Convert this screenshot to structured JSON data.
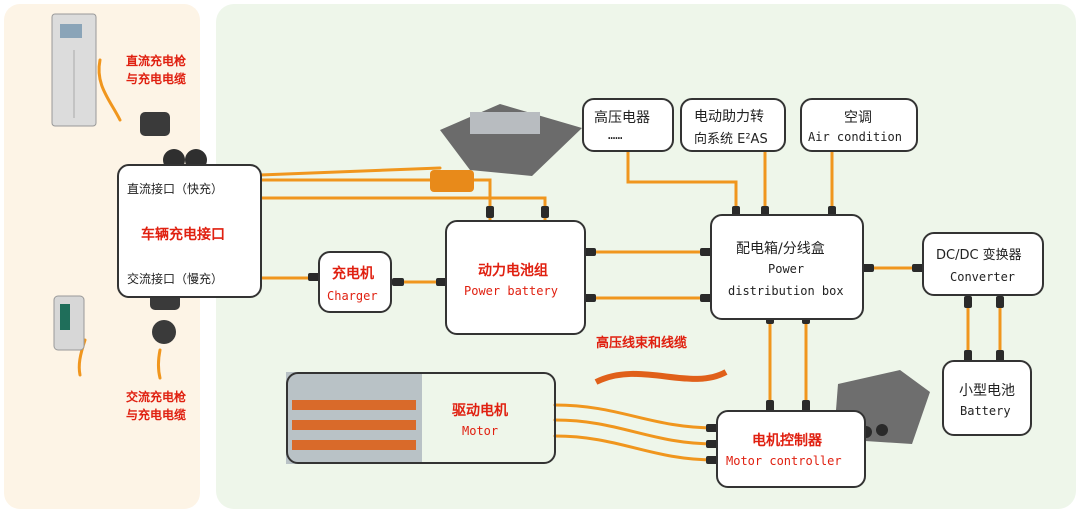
{
  "left_panel": {
    "dc_charger_label": [
      "直流充电枪",
      "与充电电缆"
    ],
    "ac_charger_label": [
      "交流充电枪",
      "与充电电缆"
    ]
  },
  "charging_port": {
    "dc_port": "直流接口（快充）",
    "title": "车辆充电接口",
    "ac_port": "交流接口（慢充）"
  },
  "charger": {
    "zh": "充电机",
    "en": "Charger"
  },
  "battery": {
    "zh": "动力电池组",
    "en": "Power battery"
  },
  "hv_devices": {
    "zh": "高压电器",
    "en": "……"
  },
  "eps": {
    "line1": "电动助力转",
    "line2": "向系统 E²AS"
  },
  "ac": {
    "zh": "空调",
    "en": "Air condition"
  },
  "pdu": {
    "zh": "配电箱/分线盒",
    "en1": "Power",
    "en2": "distribution box"
  },
  "dcdc": {
    "zh": "DC/DC 变换器",
    "en": "Converter"
  },
  "small_battery": {
    "zh": "小型电池",
    "en": "Battery"
  },
  "hv_harness": {
    "zh": "高压线束和线缆"
  },
  "motor": {
    "zh": "驱动电机",
    "en": "Motor"
  },
  "motor_controller": {
    "zh": "电机控制器",
    "en": "Motor controller"
  },
  "colors": {
    "wire": "#f0961e",
    "accent_red": "#e02010",
    "panel_left": "#fdf4e6",
    "panel_main": "#eef6ea"
  }
}
